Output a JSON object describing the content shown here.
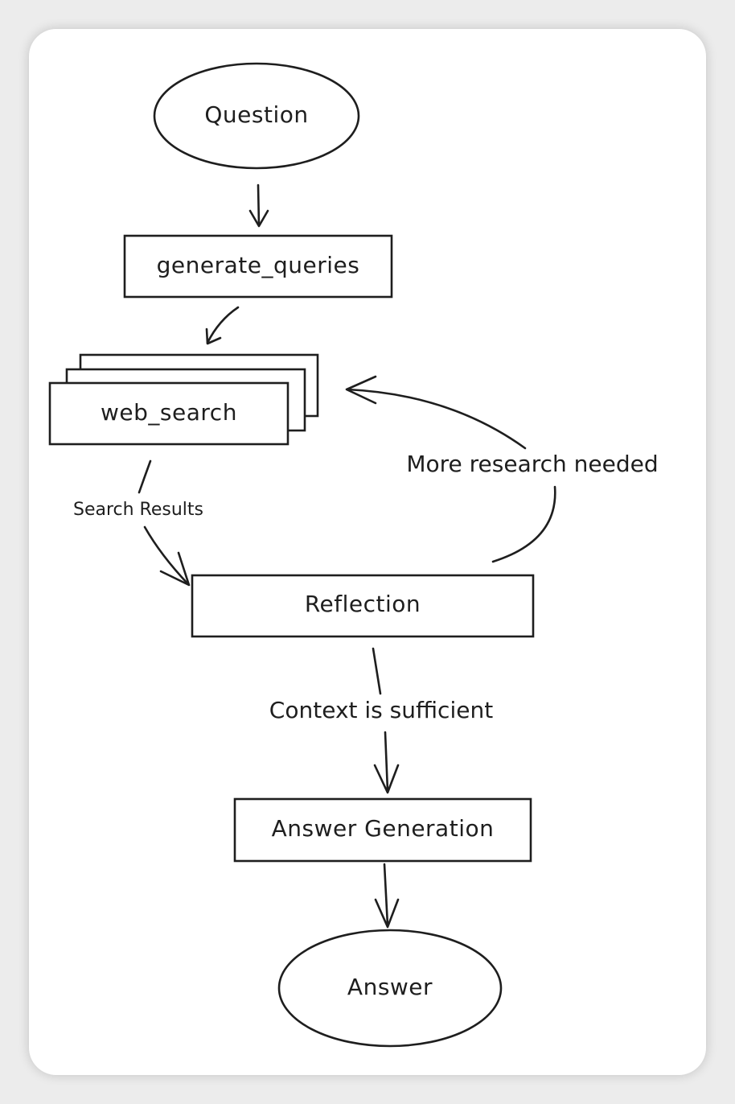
{
  "nodes": {
    "question": "Question",
    "generate_queries": "generate_queries",
    "web_search": "web_search",
    "reflection": "Reflection",
    "answer_generation": "Answer Generation",
    "answer": "Answer"
  },
  "edges": {
    "search_results": "Search Results",
    "more_research": "More research needed",
    "context_sufficient": "Context is sufficient"
  },
  "colors": {
    "ink": "#1e1e1e",
    "background": "#ffffff",
    "page": "#ececec"
  }
}
